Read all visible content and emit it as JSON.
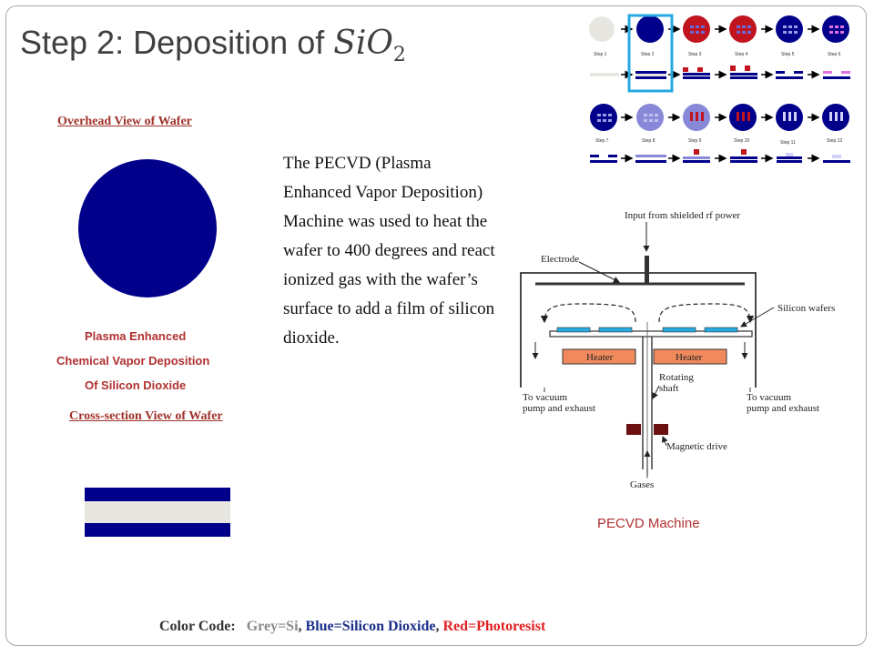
{
  "slide": {
    "title_prefix": "Step 2: Deposition of ",
    "title_formula": "SiO",
    "title_subscript": "2"
  },
  "overhead": {
    "label": "Overhead View of Wafer"
  },
  "pecvd_caption": {
    "line1": "Plasma Enhanced",
    "line2": "Chemical Vapor Deposition",
    "line3": "Of Silicon Dioxide"
  },
  "cross_section": {
    "label": "Cross-section View of Wafer"
  },
  "description": "The PECVD (Plasma Enhanced Vapor Deposition) Machine was used to heat the wafer to 400 degrees and react ionized gas with the wafer’s surface to add a film of silicon dioxide.",
  "process_steps": [
    "Step 1",
    "Step 2",
    "Step 3",
    "Step 4",
    "Step 5",
    "Step 6",
    "Step 7",
    "Step 8",
    "Step 9",
    "Step 10",
    "Step 11",
    "Step 12"
  ],
  "machine": {
    "input_label": "Input from shielded rf power",
    "electrode": "Electrode",
    "silicon_wafers": "Silicon wafers",
    "heater_left": "Heater",
    "heater_right": "Heater",
    "rotating": "Rotating",
    "shaft": "shaft",
    "vacuum_left_1": "To vacuum",
    "vacuum_left_2": "pump and exhaust",
    "vacuum_right_1": "To vacuum",
    "vacuum_right_2": "pump and exhaust",
    "magnetic_drive": "Magnetic drive",
    "gases": "Gases",
    "caption": "PECVD Machine"
  },
  "color_code": {
    "label": "Color Code:",
    "grey": "Grey=Si",
    "blue": "Blue=Silicon Dioxide",
    "red": "Red=Photoresist",
    "separator": ","
  },
  "colors": {
    "oxide_blue": "#00008b",
    "silicon_grey": "#e8e6e1",
    "photoresist_red": "#e02020",
    "highlight": "#27a9e1",
    "heater": "#f08a5d"
  }
}
